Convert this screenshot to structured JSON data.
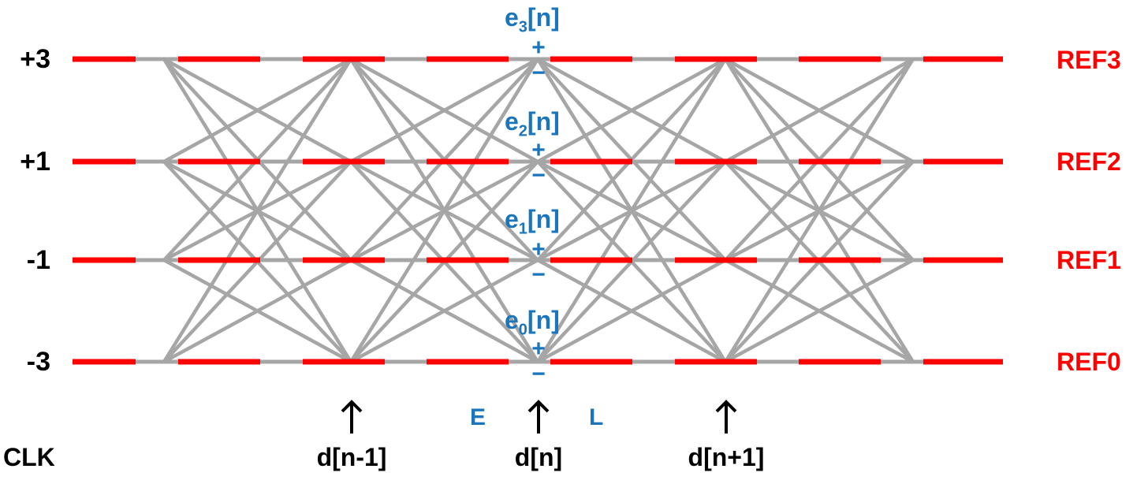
{
  "levels": [
    "+3",
    "+1",
    "-1",
    "-3"
  ],
  "refs": [
    "REF3",
    "REF2",
    "REF1",
    "REF0"
  ],
  "errors": {
    "e3": {
      "base": "e",
      "sub": "3",
      "tail": "[n]"
    },
    "e2": {
      "base": "e",
      "sub": "2",
      "tail": "[n]"
    },
    "e1": {
      "base": "e",
      "sub": "1",
      "tail": "[n]"
    },
    "e0": {
      "base": "e",
      "sub": "0",
      "tail": "[n]"
    }
  },
  "plus": "+",
  "minus": "−",
  "clk": "CLK",
  "ticks": [
    "d[n-1]",
    "d[n]",
    "d[n+1]"
  ],
  "early": "E",
  "late": "L",
  "colors": {
    "ref_line": "#ff0000",
    "eye_trace": "#a6a6a6",
    "error_text": "#1a75bc",
    "text": "#000000"
  }
}
